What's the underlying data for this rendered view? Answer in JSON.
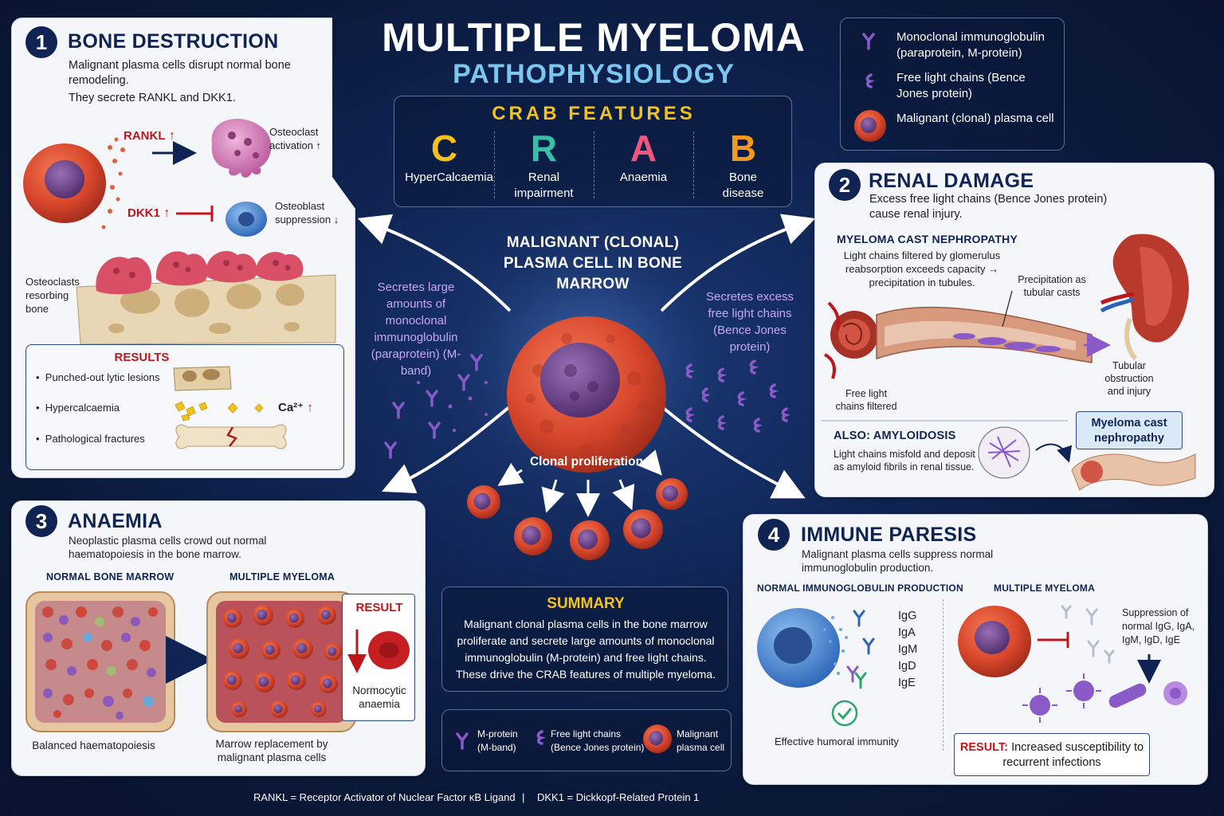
{
  "header": {
    "title": "MULTIPLE MYELOMA",
    "subtitle": "PATHOPHYSIOLOGY"
  },
  "crab": {
    "title": "CRAB FEATURES",
    "items": [
      {
        "letter": "C",
        "label": "HyperCalcaemia",
        "color": "#f2c21b"
      },
      {
        "letter": "R",
        "label": "Renal impairment",
        "color": "#38bfa7"
      },
      {
        "letter": "A",
        "label": "Anaemia",
        "color": "#f0577a"
      },
      {
        "letter": "B",
        "label": "Bone disease",
        "color": "#f39a1e"
      }
    ]
  },
  "legend_top": [
    {
      "icon": "antibody-icon",
      "text": "Monoclonal immunoglobulin (paraprotein, M-protein)"
    },
    {
      "icon": "light-chain-icon",
      "text": "Free light chains (Bence Jones protein)"
    },
    {
      "icon": "plasma-cell-icon",
      "text": "Malignant (clonal) plasma cell"
    }
  ],
  "center": {
    "cell_label": "MALIGNANT (CLONAL) PLASMA CELL IN BONE MARROW",
    "left_note": "Secretes large amounts of monoclonal immunoglobulin (paraprotein) (M-band)",
    "right_note": "Secretes excess free light chains (Bence Jones protein)",
    "proliferation": "Clonal proliferation"
  },
  "panel1": {
    "num": "1",
    "title": "BONE DESTRUCTION",
    "desc1": "Malignant plasma cells disrupt normal bone remodeling.",
    "desc2": "They secrete RANKL and DKK1.",
    "rankl": "RANKL",
    "dkk1": "DKK1",
    "osteoclast": "Osteoclast activation",
    "osteoblast": "Osteoblast suppression",
    "resorbing": "Osteoclasts resorbing bone",
    "results_title": "RESULTS",
    "results": [
      "Punched-out lytic lesions",
      "Hypercalcaemia",
      "Pathological fractures"
    ],
    "ca": "Ca²⁺"
  },
  "panel2": {
    "num": "2",
    "title": "RENAL DAMAGE",
    "desc": "Excess free light chains (Bence Jones protein) cause renal injury.",
    "sub": "MYELOMA CAST NEPHROPATHY",
    "sub_desc": "Light chains filtered by glomerulus reabsorption exceeds capacity → precipitation in tubules.",
    "casts": "Precipitation as tubular casts",
    "filtered": "Free light chains filtered",
    "obstruction": "Tubular obstruction and injury",
    "box": "Myeloma cast nephropathy",
    "amyloid_title": "ALSO: AMYLOIDOSIS",
    "amyloid_desc": "Light chains misfold and deposit as amyloid fibrils in renal tissue."
  },
  "panel3": {
    "num": "3",
    "title": "ANAEMIA",
    "desc": "Neoplastic plasma cells crowd out normal haematopoiesis in the bone marrow.",
    "normal_label": "NORMAL BONE MARROW",
    "mm_label": "MULTIPLE MYELOMA",
    "normal_caption": "Balanced haematopoiesis",
    "mm_caption": "Marrow replacement by malignant plasma cells",
    "result_title": "RESULT",
    "result": "Normocytic anaemia"
  },
  "panel4": {
    "num": "4",
    "title": "IMMUNE PARESIS",
    "desc": "Malignant plasma cells suppress normal immunoglobulin production.",
    "normal_label": "NORMAL IMMUNOGLOBULIN PRODUCTION",
    "mm_label": "MULTIPLE MYELOMA",
    "ig": [
      "IgG",
      "IgA",
      "IgM",
      "IgD",
      "IgE"
    ],
    "effective": "Effective humoral immunity",
    "suppression": "Suppression of normal IgG, IgA, IgM, IgD, IgE",
    "result_title": "RESULT:",
    "result": "Increased susceptibility to recurrent infections"
  },
  "summary": {
    "title": "SUMMARY",
    "text": "Malignant clonal plasma cells in the bone marrow proliferate and secrete large amounts of monoclonal immunoglobulin (M-protein) and free light chains. These drive the CRAB features of multiple myeloma."
  },
  "legend_bottom": [
    {
      "icon": "antibody-icon",
      "text": "M-protein (M-band)"
    },
    {
      "icon": "light-chain-icon",
      "text": "Free light chains (Bence Jones protein)"
    },
    {
      "icon": "plasma-cell-icon",
      "text": "Malignant plasma cell"
    }
  ],
  "footer": {
    "left": "RANKL = Receptor Activator of Nuclear Factor κB Ligand",
    "sep": "|",
    "right": "DKK1 = Dickkopf-Related Protein 1"
  }
}
